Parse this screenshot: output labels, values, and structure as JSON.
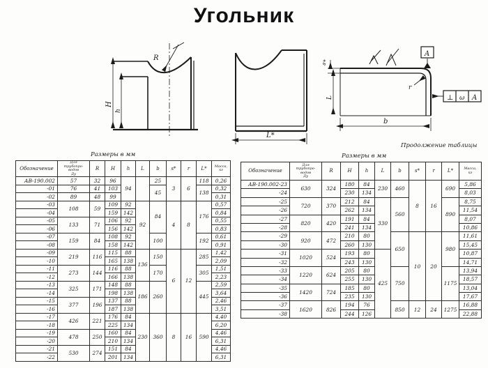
{
  "page_title": "Угольник",
  "drawings": {
    "front": {
      "label_R": "R",
      "label_H": "H",
      "label_h": "h"
    },
    "middle": {
      "label_L": "L*"
    },
    "section": {
      "label_s": "s*",
      "label_L": "L",
      "label_b": "b",
      "label_r": "r",
      "datum": "A",
      "fcf_sym": "⊥",
      "fcf_val": "ω",
      "fcf_ref": "A"
    }
  },
  "tables": {
    "left": {
      "caption": "Размеры в мм",
      "headers": [
        "Обозначение",
        "Для\nтрубопро-\nводов\nДу",
        "R",
        "H",
        "h",
        "L",
        "b",
        "s*",
        "r",
        "L*",
        "Масса,\nкг"
      ],
      "rows": [
        [
          "АВ-190.002",
          "57",
          "32",
          "96",
          {
            "v": "94",
            "rs": 3
          },
          {
            "v": "",
            "rs": 3
          },
          "25",
          {
            "v": "3",
            "rs": 3
          },
          {
            "v": "6",
            "rs": 3
          },
          "118",
          "0,26"
        ],
        [
          "-01",
          "76",
          "41",
          "103",
          null,
          null,
          {
            "v": "45",
            "rs": 2
          },
          null,
          null,
          {
            "v": "138",
            "rs": 2
          },
          "0,32"
        ],
        [
          "-02",
          "89",
          "48",
          "99",
          null,
          null,
          null,
          null,
          null,
          null,
          "0,31"
        ],
        [
          "-03",
          {
            "v": "108",
            "rs": 2
          },
          {
            "v": "59",
            "rs": 2
          },
          "109",
          "92",
          {
            "v": "92",
            "rs": 6
          },
          {
            "v": "84",
            "rs": 4
          },
          {
            "v": "4",
            "rs": 6
          },
          {
            "v": "8",
            "rs": 6
          },
          {
            "v": "176",
            "rs": 4
          },
          "0,57"
        ],
        [
          "-04",
          null,
          null,
          "159",
          "142",
          null,
          null,
          null,
          null,
          null,
          "0,84"
        ],
        [
          "-05",
          {
            "v": "133",
            "rs": 2
          },
          {
            "v": "71",
            "rs": 2
          },
          "106",
          "92",
          null,
          null,
          null,
          null,
          null,
          "0,55"
        ],
        [
          "-06",
          null,
          null,
          "156",
          "142",
          null,
          null,
          null,
          null,
          null,
          "0,83"
        ],
        [
          "-07",
          {
            "v": "159",
            "rs": 2
          },
          {
            "v": "84",
            "rs": 2
          },
          "108",
          "92",
          null,
          {
            "v": "100",
            "rs": 2
          },
          null,
          null,
          {
            "v": "192",
            "rs": 2
          },
          "0,61"
        ],
        [
          "-08",
          null,
          null,
          "158",
          "142",
          null,
          null,
          null,
          null,
          null,
          "0,91"
        ],
        [
          "-09",
          {
            "v": "219",
            "rs": 2
          },
          {
            "v": "116",
            "rs": 2
          },
          "115",
          "88",
          {
            "v": "136",
            "rs": 4
          },
          {
            "v": "150",
            "rs": 2
          },
          {
            "v": "6",
            "rs": 8
          },
          {
            "v": "12",
            "rs": 8
          },
          {
            "v": "285",
            "rs": 2
          },
          "1,42"
        ],
        [
          "-10",
          null,
          null,
          "165",
          "138",
          null,
          null,
          null,
          null,
          null,
          "2,09"
        ],
        [
          "-11",
          {
            "v": "273",
            "rs": 2
          },
          {
            "v": "144",
            "rs": 2
          },
          "116",
          "88",
          null,
          {
            "v": "170",
            "rs": 2
          },
          null,
          null,
          {
            "v": "305",
            "rs": 2
          },
          "1,51"
        ],
        [
          "-12",
          null,
          null,
          "166",
          "138",
          null,
          null,
          null,
          null,
          null,
          "2,23"
        ],
        [
          "-13",
          {
            "v": "325",
            "rs": 2
          },
          {
            "v": "171",
            "rs": 2
          },
          "148",
          "88",
          {
            "v": "186",
            "rs": 4
          },
          {
            "v": "260",
            "rs": 4
          },
          null,
          null,
          {
            "v": "445",
            "rs": 4
          },
          "2,59"
        ],
        [
          "-14",
          null,
          null,
          "198",
          "138",
          null,
          null,
          null,
          null,
          null,
          "3,64"
        ],
        [
          "-15",
          {
            "v": "377",
            "rs": 2
          },
          {
            "v": "196",
            "rs": 2
          },
          "137",
          "88",
          null,
          null,
          null,
          null,
          null,
          "2,46"
        ],
        [
          "-16",
          null,
          null,
          "187",
          "138",
          null,
          null,
          null,
          null,
          null,
          "3,51"
        ],
        [
          "-17",
          {
            "v": "426",
            "rs": 2
          },
          {
            "v": "221",
            "rs": 2
          },
          "176",
          "84",
          {
            "v": "230",
            "rs": 6
          },
          {
            "v": "360",
            "rs": 6
          },
          {
            "v": "8",
            "rs": 6
          },
          {
            "v": "16",
            "rs": 6
          },
          {
            "v": "590",
            "rs": 6
          },
          "4,40"
        ],
        [
          "-18",
          null,
          null,
          "225",
          "134",
          null,
          null,
          null,
          null,
          null,
          "6,20"
        ],
        [
          "-19",
          {
            "v": "478",
            "rs": 2
          },
          {
            "v": "250",
            "rs": 2
          },
          "160",
          "84",
          null,
          null,
          null,
          null,
          null,
          "4,46"
        ],
        [
          "-20",
          null,
          null,
          "210",
          "134",
          null,
          null,
          null,
          null,
          null,
          "6,31"
        ],
        [
          "-21",
          {
            "v": "530",
            "rs": 2
          },
          {
            "v": "274",
            "rs": 2
          },
          "151",
          "84",
          null,
          null,
          null,
          null,
          null,
          "4,46"
        ],
        [
          "-22",
          null,
          null,
          "201",
          "134",
          null,
          null,
          null,
          null,
          null,
          "6,31"
        ]
      ]
    },
    "right": {
      "continuation": "Продолжение таблицы",
      "caption": "Размеры в мм",
      "headers": [
        "Обозначение",
        "Для\nтрубопро-\nводов\nДу",
        "R",
        "H",
        "h",
        "L",
        "b",
        "s*",
        "r",
        "L*",
        "Масса,\nкг"
      ],
      "rows": [
        [
          "АВ-190.002-23",
          {
            "v": "630",
            "rs": 2
          },
          {
            "v": "324",
            "rs": 2
          },
          "180",
          "84",
          {
            "v": "230",
            "rs": 2
          },
          {
            "v": "460",
            "rs": 2
          },
          {
            "v": "8",
            "rs": 6
          },
          {
            "v": "16",
            "rs": 6
          },
          {
            "v": "690",
            "rs": 2
          },
          "5,86"
        ],
        [
          "-24",
          null,
          null,
          "230",
          "134",
          null,
          null,
          null,
          null,
          null,
          "8,03"
        ],
        [
          "-25",
          {
            "v": "720",
            "rs": 2
          },
          {
            "v": "370",
            "rs": 2
          },
          "212",
          "84",
          {
            "v": "330",
            "rs": 6
          },
          {
            "v": "560",
            "rs": 4
          },
          null,
          null,
          {
            "v": "890",
            "rs": 4
          },
          "8,75"
        ],
        [
          "-26",
          null,
          null,
          "262",
          "134",
          null,
          null,
          null,
          null,
          null,
          "11,54"
        ],
        [
          "-27",
          {
            "v": "820",
            "rs": 2
          },
          {
            "v": "420",
            "rs": 2
          },
          "191",
          "84",
          null,
          null,
          null,
          null,
          null,
          "8,07"
        ],
        [
          "-28",
          null,
          null,
          "241",
          "134",
          null,
          null,
          null,
          null,
          null,
          "10,86"
        ],
        [
          "-29",
          {
            "v": "920",
            "rs": 2
          },
          {
            "v": "472",
            "rs": 2
          },
          "210",
          "80",
          null,
          {
            "v": "650",
            "rs": 4
          },
          {
            "v": "10",
            "rs": 8
          },
          {
            "v": "20",
            "rs": 8
          },
          {
            "v": "980",
            "rs": 4
          },
          "11,61"
        ],
        [
          "-30",
          null,
          null,
          "260",
          "130",
          null,
          null,
          null,
          null,
          null,
          "15,45"
        ],
        [
          "-31",
          {
            "v": "1020",
            "rs": 2
          },
          {
            "v": "524",
            "rs": 2
          },
          "193",
          "80",
          {
            "v": "425",
            "rs": 8
          },
          null,
          null,
          null,
          null,
          "10,87"
        ],
        [
          "-32",
          null,
          null,
          "243",
          "130",
          null,
          null,
          null,
          null,
          null,
          "14,71"
        ],
        [
          "-33",
          {
            "v": "1220",
            "rs": 2
          },
          {
            "v": "624",
            "rs": 2
          },
          "205",
          "80",
          null,
          {
            "v": "750",
            "rs": 4
          },
          null,
          null,
          {
            "v": "1175",
            "rs": 4
          },
          "13,94"
        ],
        [
          "-34",
          null,
          null,
          "255",
          "130",
          null,
          null,
          null,
          null,
          null,
          "18,57"
        ],
        [
          "-35",
          {
            "v": "1420",
            "rs": 2
          },
          {
            "v": "724",
            "rs": 2
          },
          "185",
          "80",
          null,
          null,
          null,
          null,
          null,
          "13,04"
        ],
        [
          "-36",
          null,
          null,
          "235",
          "130",
          null,
          null,
          null,
          null,
          null,
          "17,67"
        ],
        [
          "-37",
          {
            "v": "1620",
            "rs": 2
          },
          {
            "v": "826",
            "rs": 2
          },
          "194",
          "76",
          null,
          {
            "v": "850",
            "rs": 2
          },
          {
            "v": "12",
            "rs": 2
          },
          {
            "v": "24",
            "rs": 2
          },
          {
            "v": "1275",
            "rs": 2
          },
          "16,88"
        ],
        [
          "-38",
          null,
          null,
          "244",
          "126",
          null,
          null,
          null,
          null,
          null,
          "22,88"
        ]
      ]
    }
  }
}
